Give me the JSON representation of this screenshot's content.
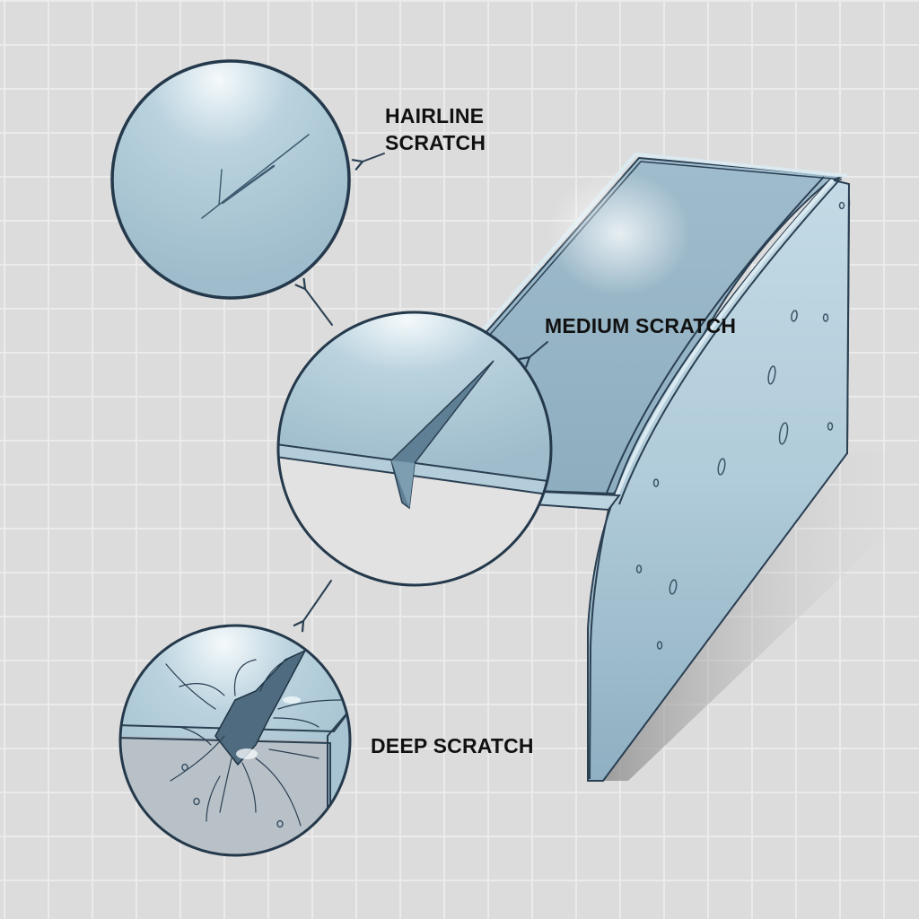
{
  "figure": {
    "subject": "sheet-metal panel with magnified scratch callouts",
    "colors": {
      "background": "#dcdcdc",
      "grid_line": "#ebebeb",
      "panel_fill": "#a8c4d3",
      "panel_highlight": "#eef5f8",
      "outline": "#2a3f52",
      "label_text": "#111111"
    }
  },
  "callouts": [
    {
      "id": "hairline",
      "label_line1": "HAIRLINE",
      "label_line2": "SCRATCH",
      "severity": 1
    },
    {
      "id": "medium",
      "label": "MEDIUM SCRATCH",
      "severity": 2
    },
    {
      "id": "deep",
      "label": "DEEP SCRATCH",
      "severity": 3
    }
  ]
}
